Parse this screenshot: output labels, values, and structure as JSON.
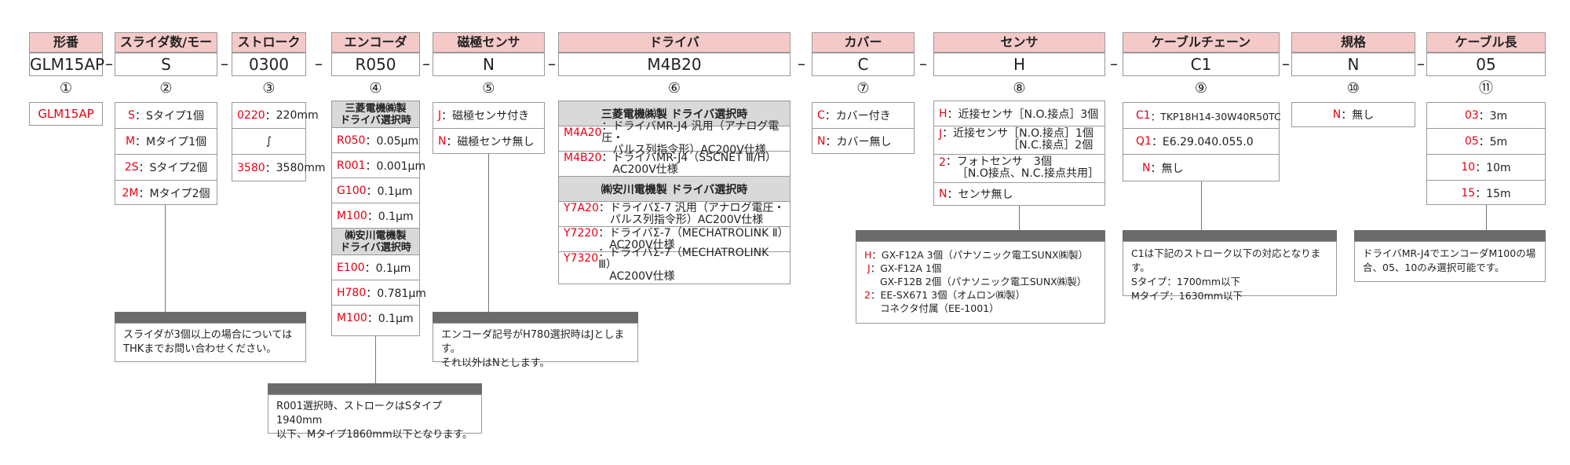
{
  "headers": [
    "形番",
    "スライダ数/モータ形式",
    "ストローク",
    "エンコーダ",
    "磁極センサ",
    "ドライバ",
    "カバー",
    "センサ",
    "ケーブルチェーン",
    "規格",
    "ケーブル長"
  ],
  "values": [
    "GLM15AP",
    "S",
    "0300",
    "R050",
    "N",
    "M4B20",
    "C",
    "H",
    "C1",
    "N",
    "05"
  ],
  "nums": [
    "①",
    "②",
    "③",
    "④",
    "⑤",
    "⑥",
    "⑦",
    "⑧",
    "⑨",
    "⑩",
    "⑪"
  ],
  "dash": "–",
  "c1": {
    "code": "GLM15AP"
  },
  "c2": [
    {
      "code": "S",
      "sep": "：",
      "text": "Sタイプ1個"
    },
    {
      "code": "M",
      "sep": "：",
      "text": "Mタイプ1個"
    },
    {
      "code": "2S",
      "sep": "：",
      "text": "Sタイプ2個"
    },
    {
      "code": "2M",
      "sep": "：",
      "text": "Mタイプ2個"
    }
  ],
  "c2_note": [
    "スライダが3個以上の場合については",
    "THKまでお問い合わせください。"
  ],
  "c3": [
    {
      "code": "0220",
      "sep": "：",
      "text": "220mm"
    },
    {
      "code": "",
      "sep": "",
      "text": "∫"
    },
    {
      "code": "3580",
      "sep": "：",
      "text": "3580mm"
    }
  ],
  "c4": {
    "h1": [
      "三菱電機㈱製",
      "ドライバ選択時"
    ],
    "g1": [
      {
        "code": "R050",
        "text": "：0.05μm"
      },
      {
        "code": "R001",
        "text": "：0.001μm"
      },
      {
        "code": "G100",
        "text": "：0.1μm"
      },
      {
        "code": "M100",
        "text": "：0.1μm"
      }
    ],
    "h2": [
      "㈱安川電機製",
      "ドライバ選択時"
    ],
    "g2": [
      {
        "code": "E100",
        "text": "：0.1μm"
      },
      {
        "code": "H780",
        "text": "：0.781μm"
      },
      {
        "code": "M100",
        "text": "：0.1μm"
      }
    ]
  },
  "c4_note": [
    "R001選択時、ストロークはSタイプ1940mm",
    "以下、Mタイプ1860mm以下となります。"
  ],
  "c5": [
    {
      "code": "J",
      "text": "：磁極センサ付き"
    },
    {
      "code": "N",
      "text": "：磁極センサ無し"
    }
  ],
  "c5_note": [
    "エンコーダ記号がH780選択時はJとします。",
    "それ以外はNとします。"
  ],
  "c6": {
    "h1": "三菱電機㈱製 ドライバ選択時",
    "g1": [
      {
        "code": "M4A20",
        "l1": "：ドライバMR-J4 汎用（アナログ電圧・",
        "l2": "パルス列指令形）AC200V仕様"
      },
      {
        "code": "M4B20",
        "l1": "：ドライバMR-J4（SSCNET Ⅲ/H）",
        "l2": "AC200V仕様"
      }
    ],
    "h2": "㈱安川電機製 ドライバ選択時",
    "g2": [
      {
        "code": "Y7A20",
        "l1": "：ドライバΣ-7 汎用（アナログ電圧・",
        "l2": "パルス列指令形）AC200V仕様"
      },
      {
        "code": "Y7220",
        "l1": "：ドライバΣ-7（MECHATROLINK Ⅱ）",
        "l2": "AC200V仕様"
      },
      {
        "code": "Y7320",
        "l1": "：ドライバΣ-7（MECHATROLINK Ⅲ）",
        "l2": "AC200V仕様"
      }
    ]
  },
  "c7": [
    {
      "code": "C",
      "text": "：カバー付き"
    },
    {
      "code": "N",
      "text": "：カバー無し"
    }
  ],
  "c8": [
    {
      "code": "H",
      "l1": "：近接センサ［N.O.接点］3個",
      "l2": ""
    },
    {
      "code": "J",
      "l1": "：近接センサ［N.O.接点］1個",
      "l2": "［N.C.接点］2個"
    },
    {
      "code": "2",
      "l1": "：フォトセンサ　3個",
      "l2": "［N.O接点、N.C.接点共用］"
    },
    {
      "code": "N",
      "l1": "：センサ無し",
      "l2": ""
    }
  ],
  "c8_note": [
    {
      "code": "H",
      "text": "：GX-F12A 3個（パナソニック電工SUNX㈱製）"
    },
    {
      "code": "J",
      "text": "：GX-F12A 1個"
    },
    {
      "code": "",
      "text": "GX-F12B 2個（パナソニック電工SUNX㈱製）"
    },
    {
      "code": "2",
      "text": "：EE-SX671 3個（オムロン㈱製）"
    },
    {
      "code": "",
      "text": "コネクタ付属（EE-1001）"
    }
  ],
  "c9": [
    {
      "code": "C1",
      "text": "：TKP18H14-30W40R50TC"
    },
    {
      "code": "Q1",
      "text": "：E6.29.040.055.0"
    },
    {
      "code": "N",
      "text": "：無し"
    }
  ],
  "c9_note": [
    "C1は下記のストローク以下の対応となります。",
    "Sタイプ：1700mm以下",
    "Mタイプ：1630mm以下"
  ],
  "c10": [
    {
      "code": "N",
      "text": "：無し"
    }
  ],
  "c11": [
    {
      "code": "03",
      "text": "：3m"
    },
    {
      "code": "05",
      "text": "：5m"
    },
    {
      "code": "10",
      "text": "：10m"
    },
    {
      "code": "15",
      "text": "：15m"
    }
  ],
  "c11_note": [
    "ドライバMR-J4でエンコーダM100の場",
    "合、05、10のみ選択可能です。"
  ]
}
